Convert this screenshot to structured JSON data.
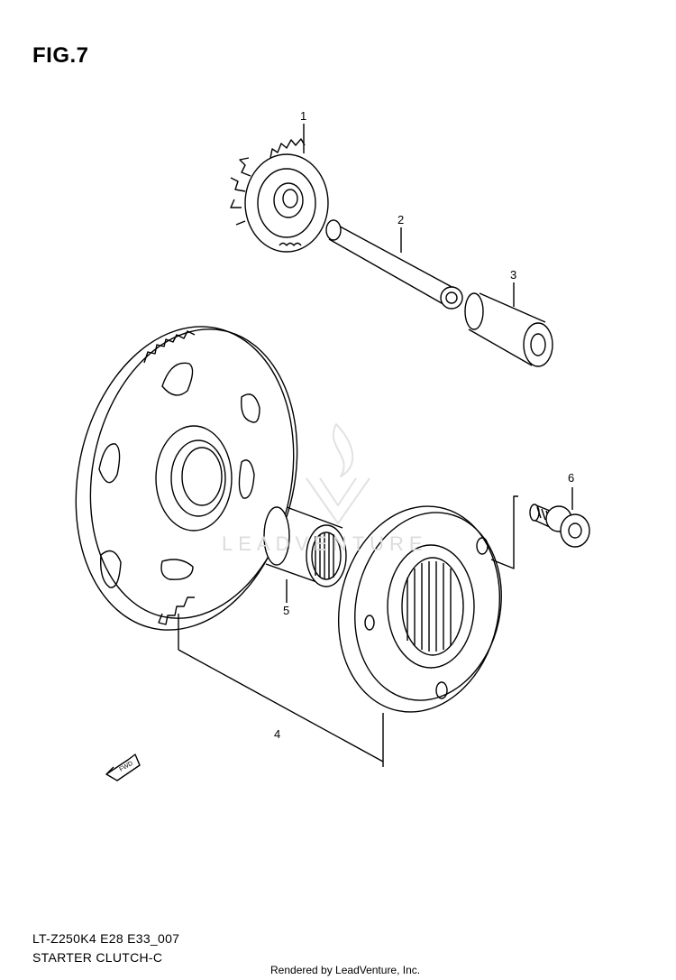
{
  "figure": {
    "title": "FIG.7",
    "code": "LT-Z250K4 E28 E33_007",
    "name": "STARTER CLUTCH-C",
    "credit": "Rendered by LeadVenture, Inc.",
    "watermark": "LEADVENTURE"
  },
  "callouts": [
    {
      "id": "1",
      "label": "1"
    },
    {
      "id": "2",
      "label": "2"
    },
    {
      "id": "3",
      "label": "3"
    },
    {
      "id": "4",
      "label": "4"
    },
    {
      "id": "5",
      "label": "5"
    },
    {
      "id": "6",
      "label": "6"
    }
  ],
  "direction_marker": {
    "label": "FWD",
    "icon": "fwd-arrow-icon"
  }
}
